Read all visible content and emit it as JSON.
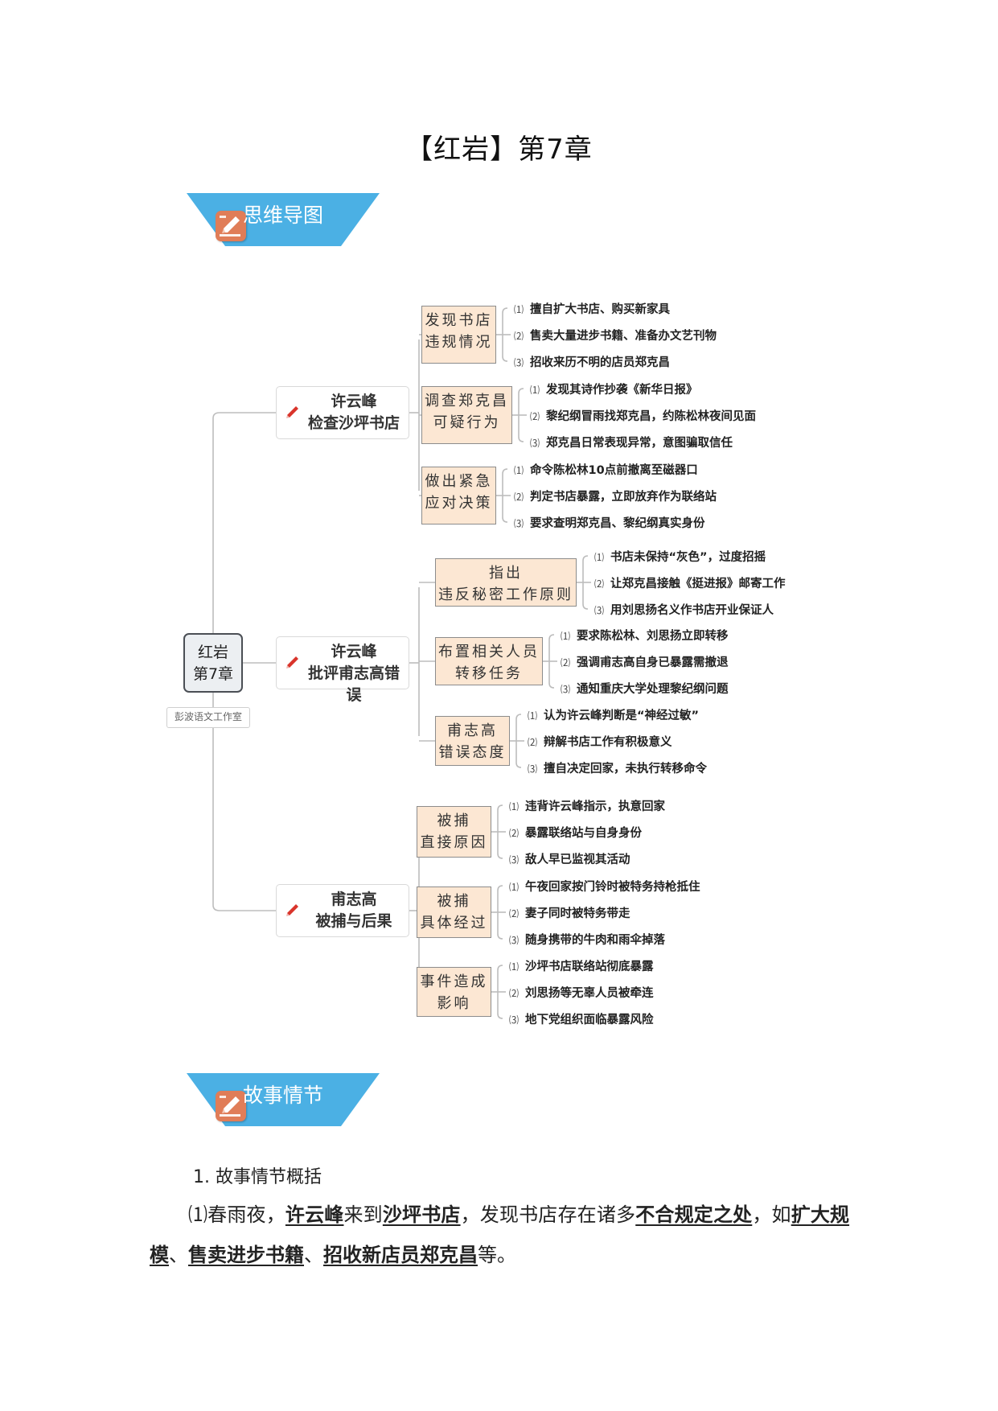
{
  "title": "【红岩】第7章",
  "banners": {
    "mindmap": "思维导图",
    "story": "故事情节"
  },
  "icons": {
    "banner": "pencil-badge-icon",
    "node": "pencil-icon"
  },
  "colors": {
    "banner": "#4bb0e4",
    "badge": "#e07d58",
    "l2_fill": "#fce7d3",
    "pen_red": "#d9342b"
  },
  "mindmap": {
    "root": [
      "红岩",
      "第7章"
    ],
    "watermark": "彭波语文工作室",
    "branches": [
      {
        "title": [
          "许云峰",
          "检查沙坪书店"
        ],
        "children": [
          {
            "title": [
              "发现书店",
              "违规情况"
            ],
            "items": [
              "擅自扩大书店、购买新家具",
              "售卖大量进步书籍、准备办文艺刊物",
              "招收来历不明的店员郑克昌"
            ]
          },
          {
            "title": [
              "调查郑克昌",
              "可疑行为"
            ],
            "items": [
              "发现其诗作抄袭《新华日报》",
              "黎纪纲冒雨找郑克昌，约陈松林夜间见面",
              "郑克昌日常表现异常，意图骗取信任"
            ]
          },
          {
            "title": [
              "做出紧急",
              "应对决策"
            ],
            "items": [
              "命令陈松林10点前撤离至磁器口",
              "判定书店暴露，立即放弃作为联络站",
              "要求查明郑克昌、黎纪纲真实身份"
            ]
          }
        ]
      },
      {
        "title": [
          "许云峰",
          "批评甫志高错误"
        ],
        "children": [
          {
            "title": [
              "指出",
              "违反秘密工作原则"
            ],
            "items": [
              "书店未保持“灰色”，过度招摇",
              "让郑克昌接触《挺进报》邮寄工作",
              "用刘思扬名义作书店开业保证人"
            ]
          },
          {
            "title": [
              "布置相关人员",
              "转移任务"
            ],
            "items": [
              "要求陈松林、刘思扬立即转移",
              "强调甫志高自身已暴露需撤退",
              "通知重庆大学处理黎纪纲问题"
            ]
          },
          {
            "title": [
              "甫志高",
              "错误态度"
            ],
            "items": [
              "认为许云峰判断是“神经过敏”",
              "辩解书店工作有积极意义",
              "擅自决定回家，未执行转移命令"
            ]
          }
        ]
      },
      {
        "title": [
          "甫志高",
          "被捕与后果"
        ],
        "children": [
          {
            "title": [
              "被捕",
              "直接原因"
            ],
            "items": [
              "违背许云峰指示，执意回家",
              "暴露联络站与自身身份",
              "敌人早已监视其活动"
            ]
          },
          {
            "title": [
              "被捕",
              "具体经过"
            ],
            "items": [
              "午夜回家按门铃时被特务持枪抵住",
              "妻子同时被特务带走",
              "随身携带的牛肉和雨伞掉落"
            ]
          },
          {
            "title": [
              "事件造成",
              "影响"
            ],
            "items": [
              "沙坪书店联络站彻底暴露",
              "刘思扬等无辜人员被牵连",
              "地下党组织面临暴露风险"
            ]
          }
        ]
      }
    ]
  },
  "story": {
    "heading": "1. 故事情节概括",
    "paragraph": [
      {
        "t": "⑴春雨夜，",
        "u": false
      },
      {
        "t": "许云峰",
        "u": true
      },
      {
        "t": "来到",
        "u": false
      },
      {
        "t": "沙坪书店",
        "u": true
      },
      {
        "t": "，发现书店存在诸多",
        "u": false
      },
      {
        "t": "不合规定之处",
        "u": true
      },
      {
        "t": "，如",
        "u": false
      },
      {
        "t": "扩大规模",
        "u": true
      },
      {
        "t": "、",
        "u": false
      },
      {
        "t": "售卖进步书籍",
        "u": true
      },
      {
        "t": "、",
        "u": false
      },
      {
        "t": "招收新店员郑克昌",
        "u": true
      },
      {
        "t": "等。",
        "u": false
      }
    ]
  }
}
